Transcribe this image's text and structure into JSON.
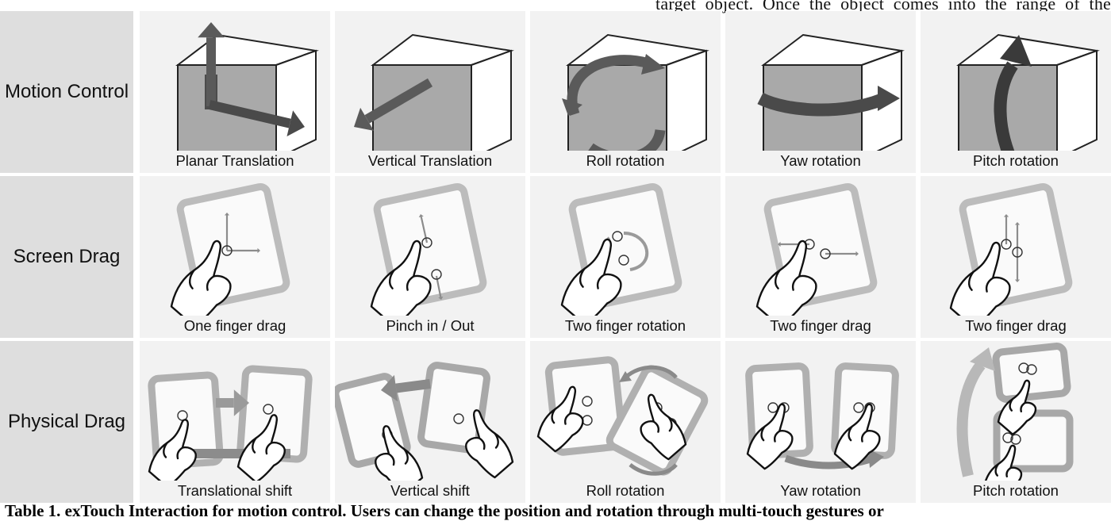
{
  "body_text_fragment": "target object. Once the object comes into the range of the",
  "rows": [
    {
      "label": "Motion Control",
      "cells": [
        {
          "caption": "Planar Translation",
          "icon": "planar-translation-cube-icon"
        },
        {
          "caption": "Vertical Translation",
          "icon": "vertical-translation-cube-icon"
        },
        {
          "caption": "Roll rotation",
          "icon": "roll-rotation-cube-icon"
        },
        {
          "caption": "Yaw rotation",
          "icon": "yaw-rotation-cube-icon"
        },
        {
          "caption": "Pitch rotation",
          "icon": "pitch-rotation-cube-icon"
        }
      ]
    },
    {
      "label": "Screen Drag",
      "cells": [
        {
          "caption": "One finger drag",
          "icon": "one-finger-drag-icon"
        },
        {
          "caption": "Pinch in / Out",
          "icon": "pinch-icon"
        },
        {
          "caption": "Two finger rotation",
          "icon": "two-finger-rotation-icon"
        },
        {
          "caption": "Two finger drag",
          "icon": "two-finger-drag-horizontal-icon"
        },
        {
          "caption": "Two finger drag",
          "icon": "two-finger-drag-vertical-icon"
        }
      ]
    },
    {
      "label": "Physical Drag",
      "cells": [
        {
          "caption": "Translational shift",
          "icon": "translational-shift-icon"
        },
        {
          "caption": "Vertical shift",
          "icon": "vertical-shift-icon"
        },
        {
          "caption": "Roll rotation",
          "icon": "physical-roll-rotation-icon"
        },
        {
          "caption": "Yaw rotation",
          "icon": "physical-yaw-rotation-icon"
        },
        {
          "caption": "Pitch rotation",
          "icon": "physical-pitch-rotation-icon"
        }
      ]
    }
  ],
  "table_caption": "Table 1.  exTouch Interaction for motion control. Users can change the position and rotation through multi-touch gestures or",
  "colors": {
    "row_label_bg": "#dedede",
    "cell_bg": "#f2f2f2",
    "cube_face": "#a9a9a9",
    "arrow": "#5c5c5c",
    "tablet_frame": "#b5b5b5"
  }
}
